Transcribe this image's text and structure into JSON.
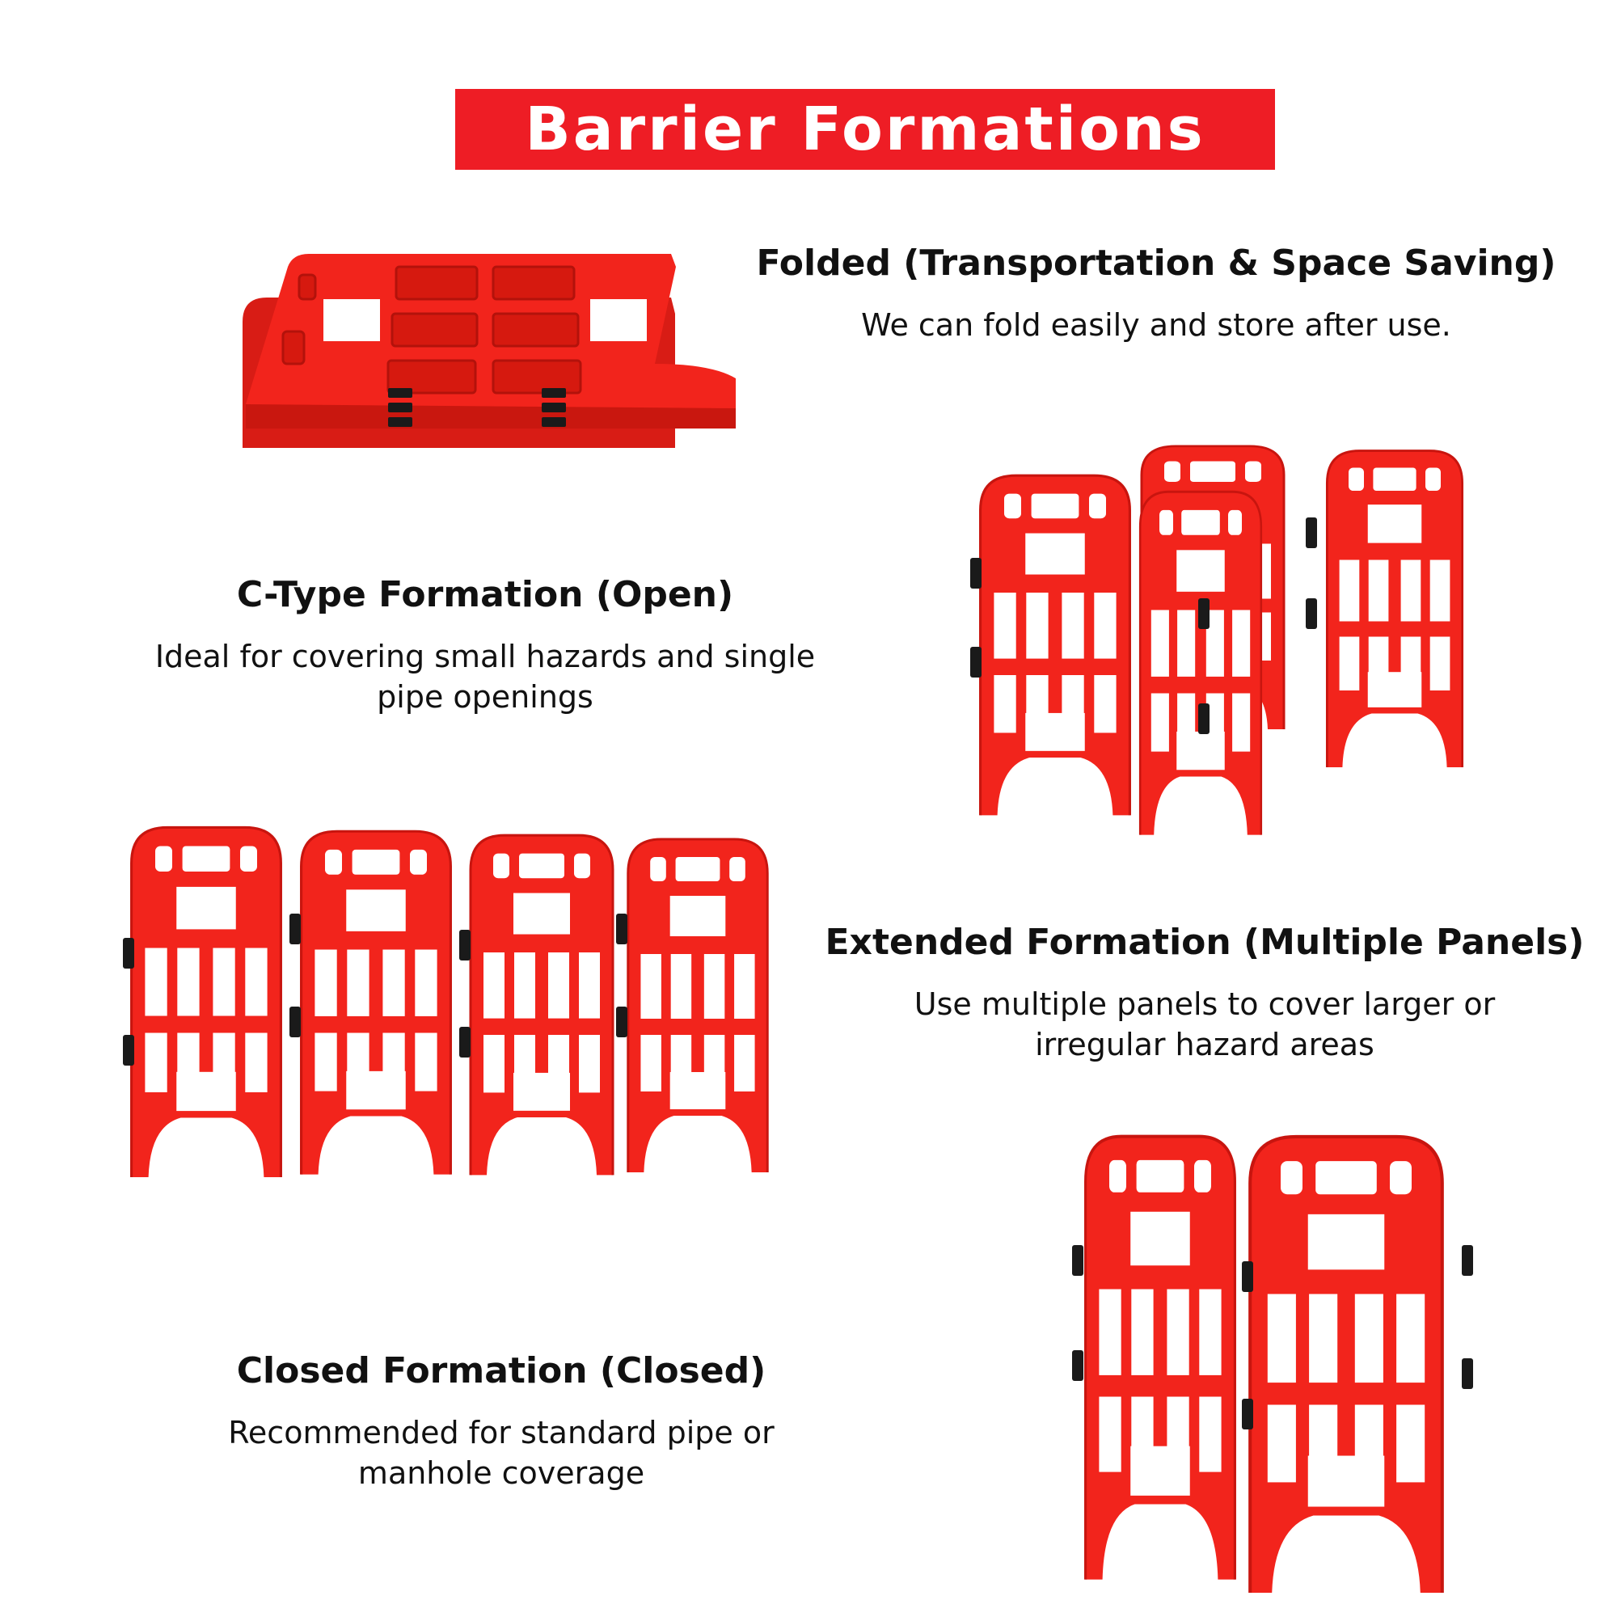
{
  "header": {
    "title": "Barrier Formations"
  },
  "colors": {
    "brand_red": "#ee1d25",
    "panel_red": "#f2241c",
    "reflector_white": "#ffffff",
    "hinge_black": "#1a1a1a"
  },
  "sections": [
    {
      "id": "folded",
      "title": "Folded (Transportation & Space Saving)",
      "description": "We can fold easily and store after use.",
      "illustration": "folded-barrier-stack"
    },
    {
      "id": "c-type",
      "title": "C-Type Formation (Open)",
      "description": "Ideal for covering small hazards and single pipe openings",
      "illustration": "c-type-barrier"
    },
    {
      "id": "extended",
      "title": "Extended Formation (Multiple Panels)",
      "description": "Use multiple panels to cover larger or irregular hazard areas",
      "illustration": "extended-barrier"
    },
    {
      "id": "closed",
      "title": "Closed Formation (Closed)",
      "description": "Recommended for standard pipe or manhole coverage",
      "illustration": "closed-barrier"
    }
  ]
}
